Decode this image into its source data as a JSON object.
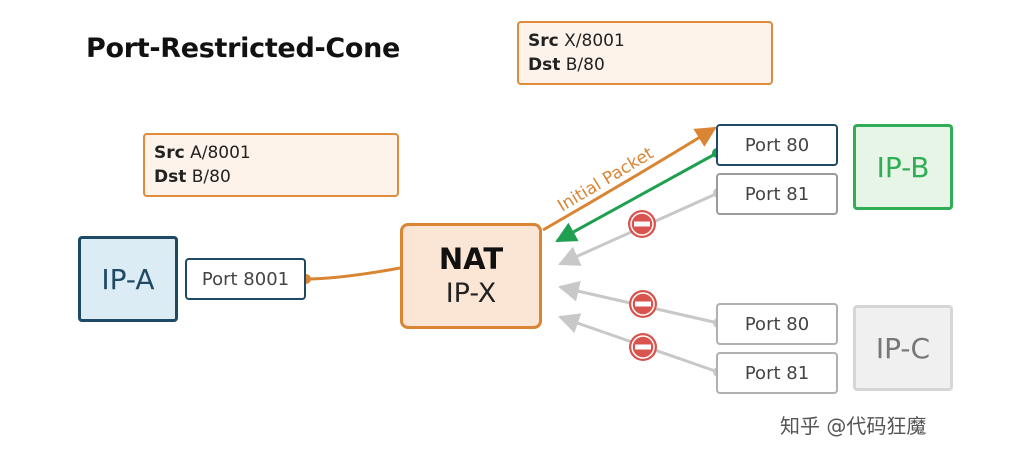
{
  "title": "Port-Restricted-Cone",
  "packet_outbound": {
    "src_label": "Src",
    "src_value": "A/8001",
    "dst_label": "Dst",
    "dst_value": "B/80"
  },
  "packet_translated": {
    "src_label": "Src",
    "src_value": "X/8001",
    "dst_label": "Dst",
    "dst_value": "B/80"
  },
  "host_a": {
    "label": "IP-A",
    "port": "Port 8001"
  },
  "nat": {
    "title": "NAT",
    "ip": "IP-X"
  },
  "host_b": {
    "label": "IP-B",
    "ports": [
      "Port 80",
      "Port 81"
    ]
  },
  "host_c": {
    "label": "IP-C",
    "ports": [
      "Port 80",
      "Port 81"
    ]
  },
  "arrow_label": "Initial Packet",
  "watermark": "知乎 @代码狂魔",
  "colors": {
    "orange": "#d98533",
    "green": "#1fa050",
    "gray": "#c8c8c8",
    "blocked": "#d9534f",
    "host_a_fill": "#dcecf5",
    "host_b_fill": "#e6f5e6",
    "host_c_fill": "#f0f0f0"
  }
}
